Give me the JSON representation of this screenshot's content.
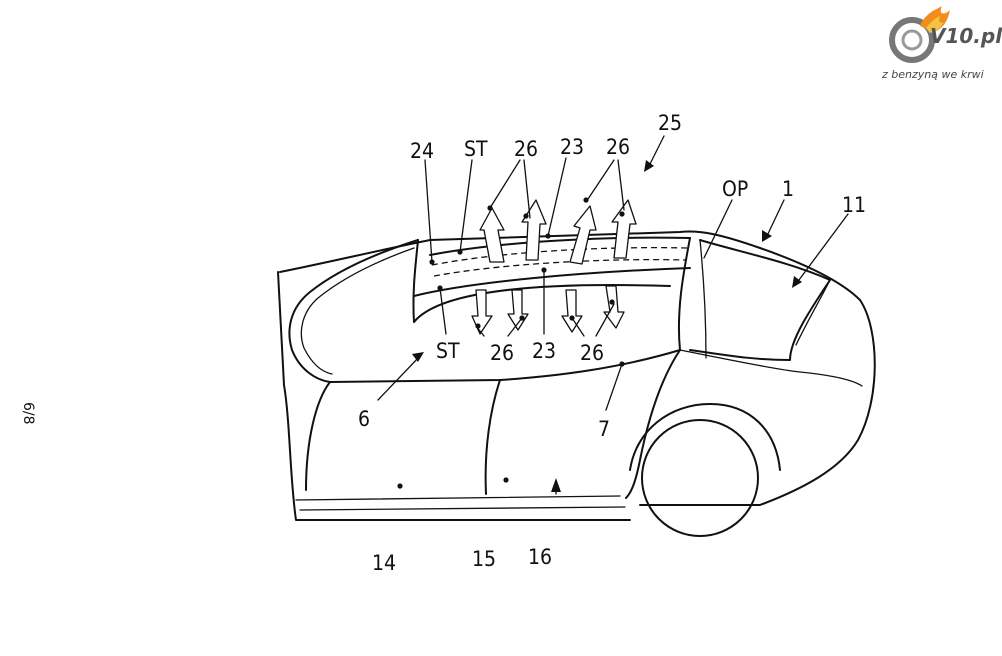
{
  "logo": {
    "brand": "V10.pl",
    "tagline": "z benzyną we krwi",
    "icon": "tire-flame-icon"
  },
  "sheet": {
    "number": "6/8"
  },
  "figure": {
    "labels": {
      "l24": "24",
      "st_top": "ST",
      "l26_a": "26",
      "l23_top": "23",
      "l26_b": "26",
      "l25": "25",
      "op": "OP",
      "l1": "1",
      "l11": "11",
      "st_bottom": "ST",
      "l26_c": "26",
      "l23_bottom": "23",
      "l26_d": "26",
      "l6": "6",
      "l7": "7",
      "l14": "14",
      "l15": "15",
      "l16": "16"
    }
  }
}
